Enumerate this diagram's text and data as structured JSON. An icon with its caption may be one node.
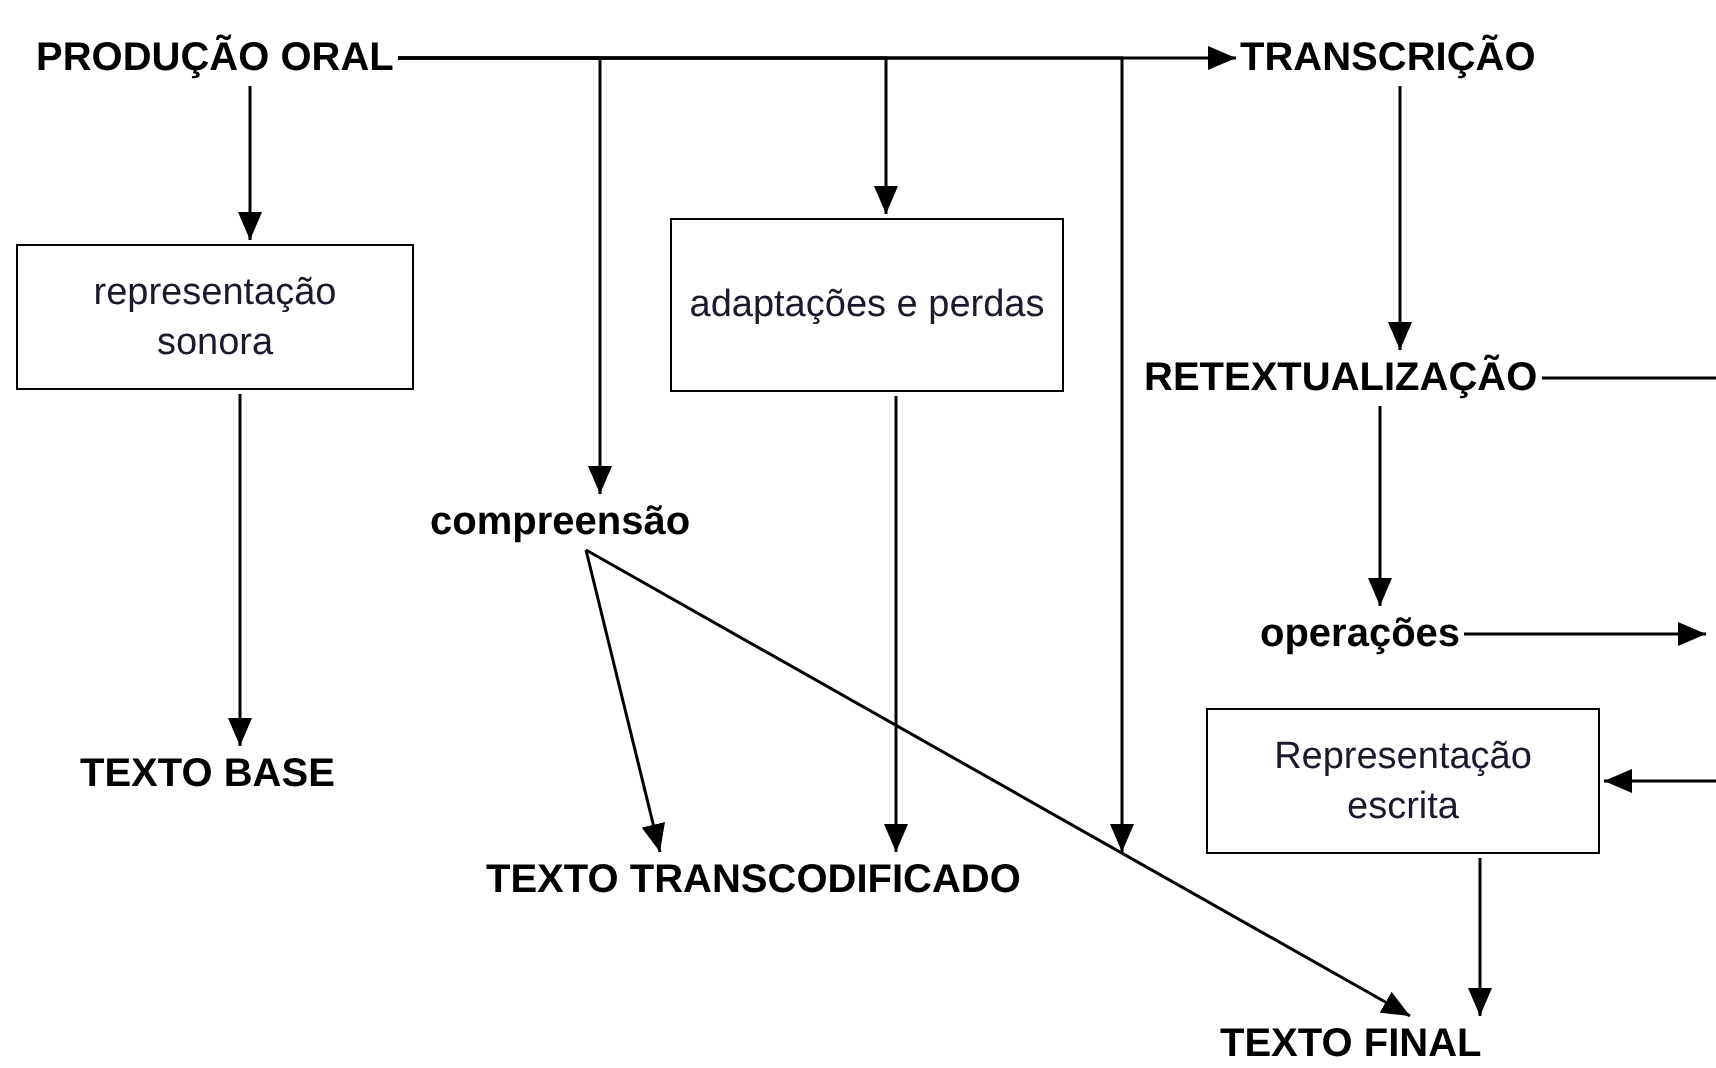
{
  "diagram": {
    "nodes": [
      {
        "text": [
          "PRODUÇÃO ORAL"
        ]
      },
      {
        "text": [
          "TRANSCRIÇÃO"
        ]
      },
      {
        "text": [
          "representação sonora"
        ]
      },
      {
        "text": [
          "adaptações e perdas"
        ]
      },
      {
        "text": [
          "RETEXTUALIZAÇÃO"
        ]
      },
      {
        "text": [
          "compreensão"
        ]
      },
      {
        "text": [
          "operações"
        ]
      },
      {
        "text": [
          "Representação escrita"
        ]
      },
      {
        "text": [
          "TEXTO BASE"
        ]
      },
      {
        "text": [
          "TEXTO TRANSCODIFICADO"
        ]
      },
      {
        "text": [
          "TEXTO FINAL"
        ]
      }
    ],
    "edges": [
      {
        "from": 0,
        "to": 1,
        "arrow": "to"
      },
      {
        "from": 0,
        "to": 2,
        "arrow": "to"
      },
      {
        "from": 0,
        "to": 5,
        "arrow": "to"
      },
      {
        "from": 0,
        "to": 3,
        "arrow": "to"
      },
      {
        "from": 0,
        "to": 9,
        "arrow": "to"
      },
      {
        "from": 1,
        "to": 4,
        "arrow": "to"
      },
      {
        "from": 2,
        "to": 8,
        "arrow": "to"
      },
      {
        "from": 4,
        "to": 6,
        "arrow": "to"
      },
      {
        "from": 5,
        "to": 9,
        "arrow": "to"
      },
      {
        "from": 5,
        "to": 10,
        "arrow": "to"
      },
      {
        "from": 3,
        "to": 9,
        "arrow": "to"
      },
      {
        "from": 4,
        "to": null,
        "arrow": "none"
      },
      {
        "from": 6,
        "to": null,
        "arrow": "to"
      },
      {
        "from": null,
        "to": 7,
        "arrow": "to"
      },
      {
        "from": 7,
        "to": 10,
        "arrow": "to"
      }
    ]
  }
}
